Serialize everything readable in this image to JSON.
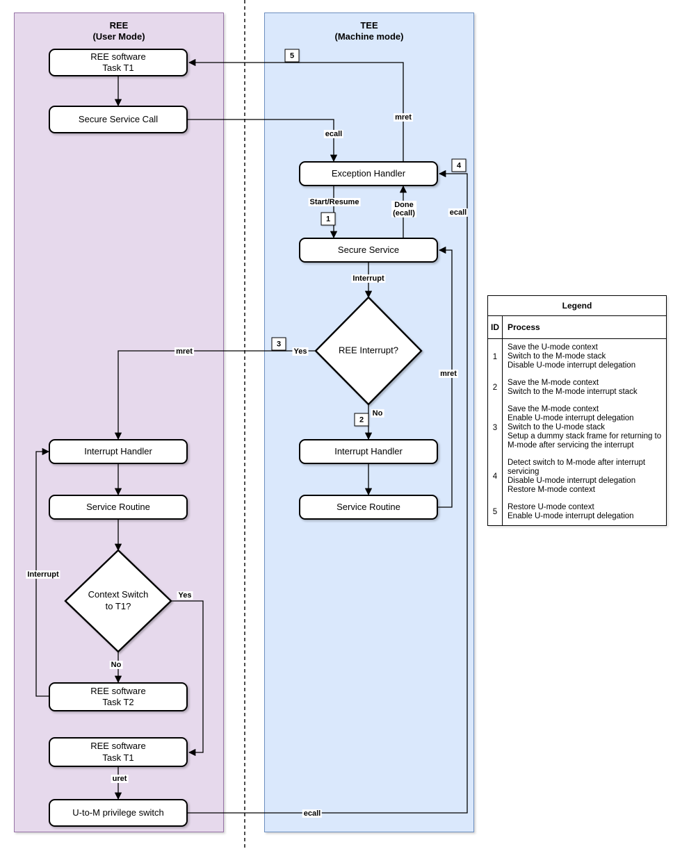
{
  "regions": {
    "ree": {
      "title": "REE\n(User Mode)"
    },
    "tee": {
      "title": "TEE\n(Machine mode)"
    }
  },
  "nodes": {
    "ree_task_t1_top": "REE software\nTask T1",
    "secure_service_call": "Secure Service Call",
    "exception_handler": "Exception Handler",
    "secure_service": "Secure Service",
    "ree_interrupt_decision": "REE Interrupt?",
    "tee_interrupt_handler": "Interrupt Handler",
    "tee_service_routine": "Service Routine",
    "ree_interrupt_handler": "Interrupt Handler",
    "ree_service_routine": "Service Routine",
    "context_switch_decision": "Context Switch\nto T1?",
    "ree_task_t2": "REE software\nTask T2",
    "ree_task_t1_bottom": "REE software\nTask T1",
    "u_to_m_switch": "U-to-M privilege switch"
  },
  "edge_labels": {
    "ecall_call": "ecall",
    "mret_return": "mret",
    "start_resume": "Start/Resume",
    "done_ecall": "Done\n(ecall)",
    "ecall_right": "ecall",
    "interrupt_tee": "Interrupt",
    "yes_tee": "Yes",
    "no_tee": "No",
    "mret_to_ree": "mret",
    "mret_loop": "mret",
    "interrupt_ree": "Interrupt",
    "yes_ree": "Yes",
    "no_ree": "No",
    "uret": "uret",
    "ecall_bottom": "ecall"
  },
  "badges": {
    "b1": "1",
    "b2": "2",
    "b3": "3",
    "b4": "4",
    "b5": "5"
  },
  "legend": {
    "title": "Legend",
    "col_id": "ID",
    "col_process": "Process",
    "rows": [
      {
        "id": "1",
        "process": "Save the U-mode context\nSwitch to the M-mode stack\nDisable U-mode interrupt delegation"
      },
      {
        "id": "2",
        "process": "Save the M-mode context\nSwitch to the M-mode interrupt stack"
      },
      {
        "id": "3",
        "process": "Save the M-mode context\nEnable U-mode interrupt delegation\nSwitch to the U-mode stack\nSetup a dummy stack frame for returning to M-mode after servicing the interrupt"
      },
      {
        "id": "4",
        "process": "Detect switch to M-mode after interrupt servicing\nDisable U-mode interrupt delegation\nRestore M-mode context"
      },
      {
        "id": "5",
        "process": "Restore U-mode context\nEnable U-mode interrupt delegation"
      }
    ]
  },
  "colors": {
    "ree_fill": "#E6D9EC",
    "ree_border": "#9673A6",
    "tee_fill": "#DAE8FC",
    "tee_border": "#6C8EBF",
    "node_fill": "#FFFFFF",
    "line": "#000000"
  }
}
